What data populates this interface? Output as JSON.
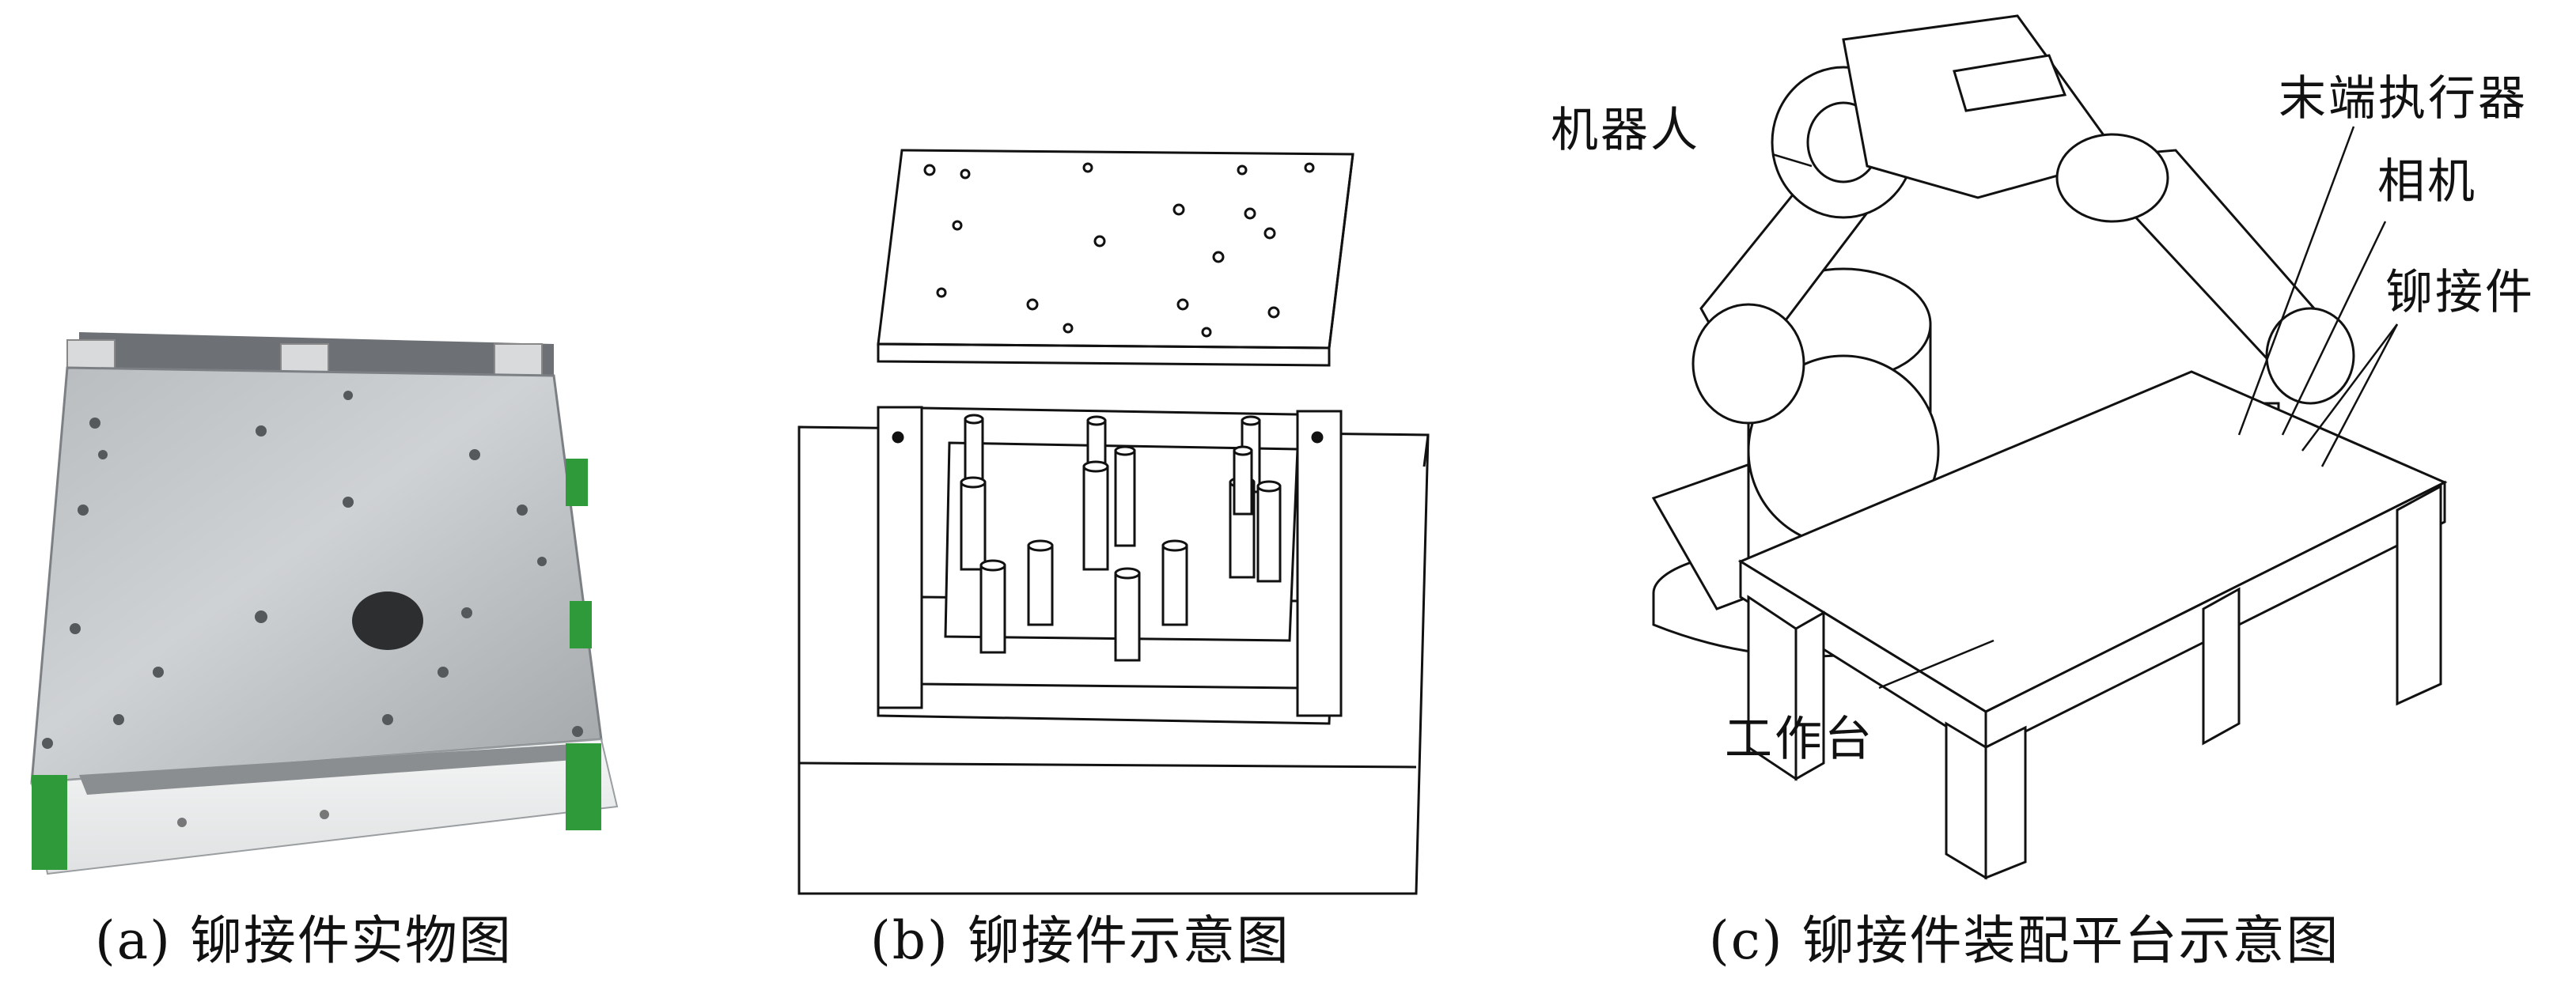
{
  "panels": {
    "a": {
      "caption": "(a) 铆接件实物图"
    },
    "b": {
      "caption": "(b) 铆接件示意图"
    },
    "c": {
      "caption": "(c) 铆接件装配平台示意图",
      "labels": {
        "robot": "机器人",
        "end_effector": "末端执行器",
        "camera": "相机",
        "rivet_part": "铆接件",
        "workbench": "工作台"
      }
    }
  },
  "colors": {
    "steel_light": "#c9ccce",
    "steel_dark": "#7c8084",
    "bracket_green": "#2f9a3a",
    "line": "#111111"
  }
}
